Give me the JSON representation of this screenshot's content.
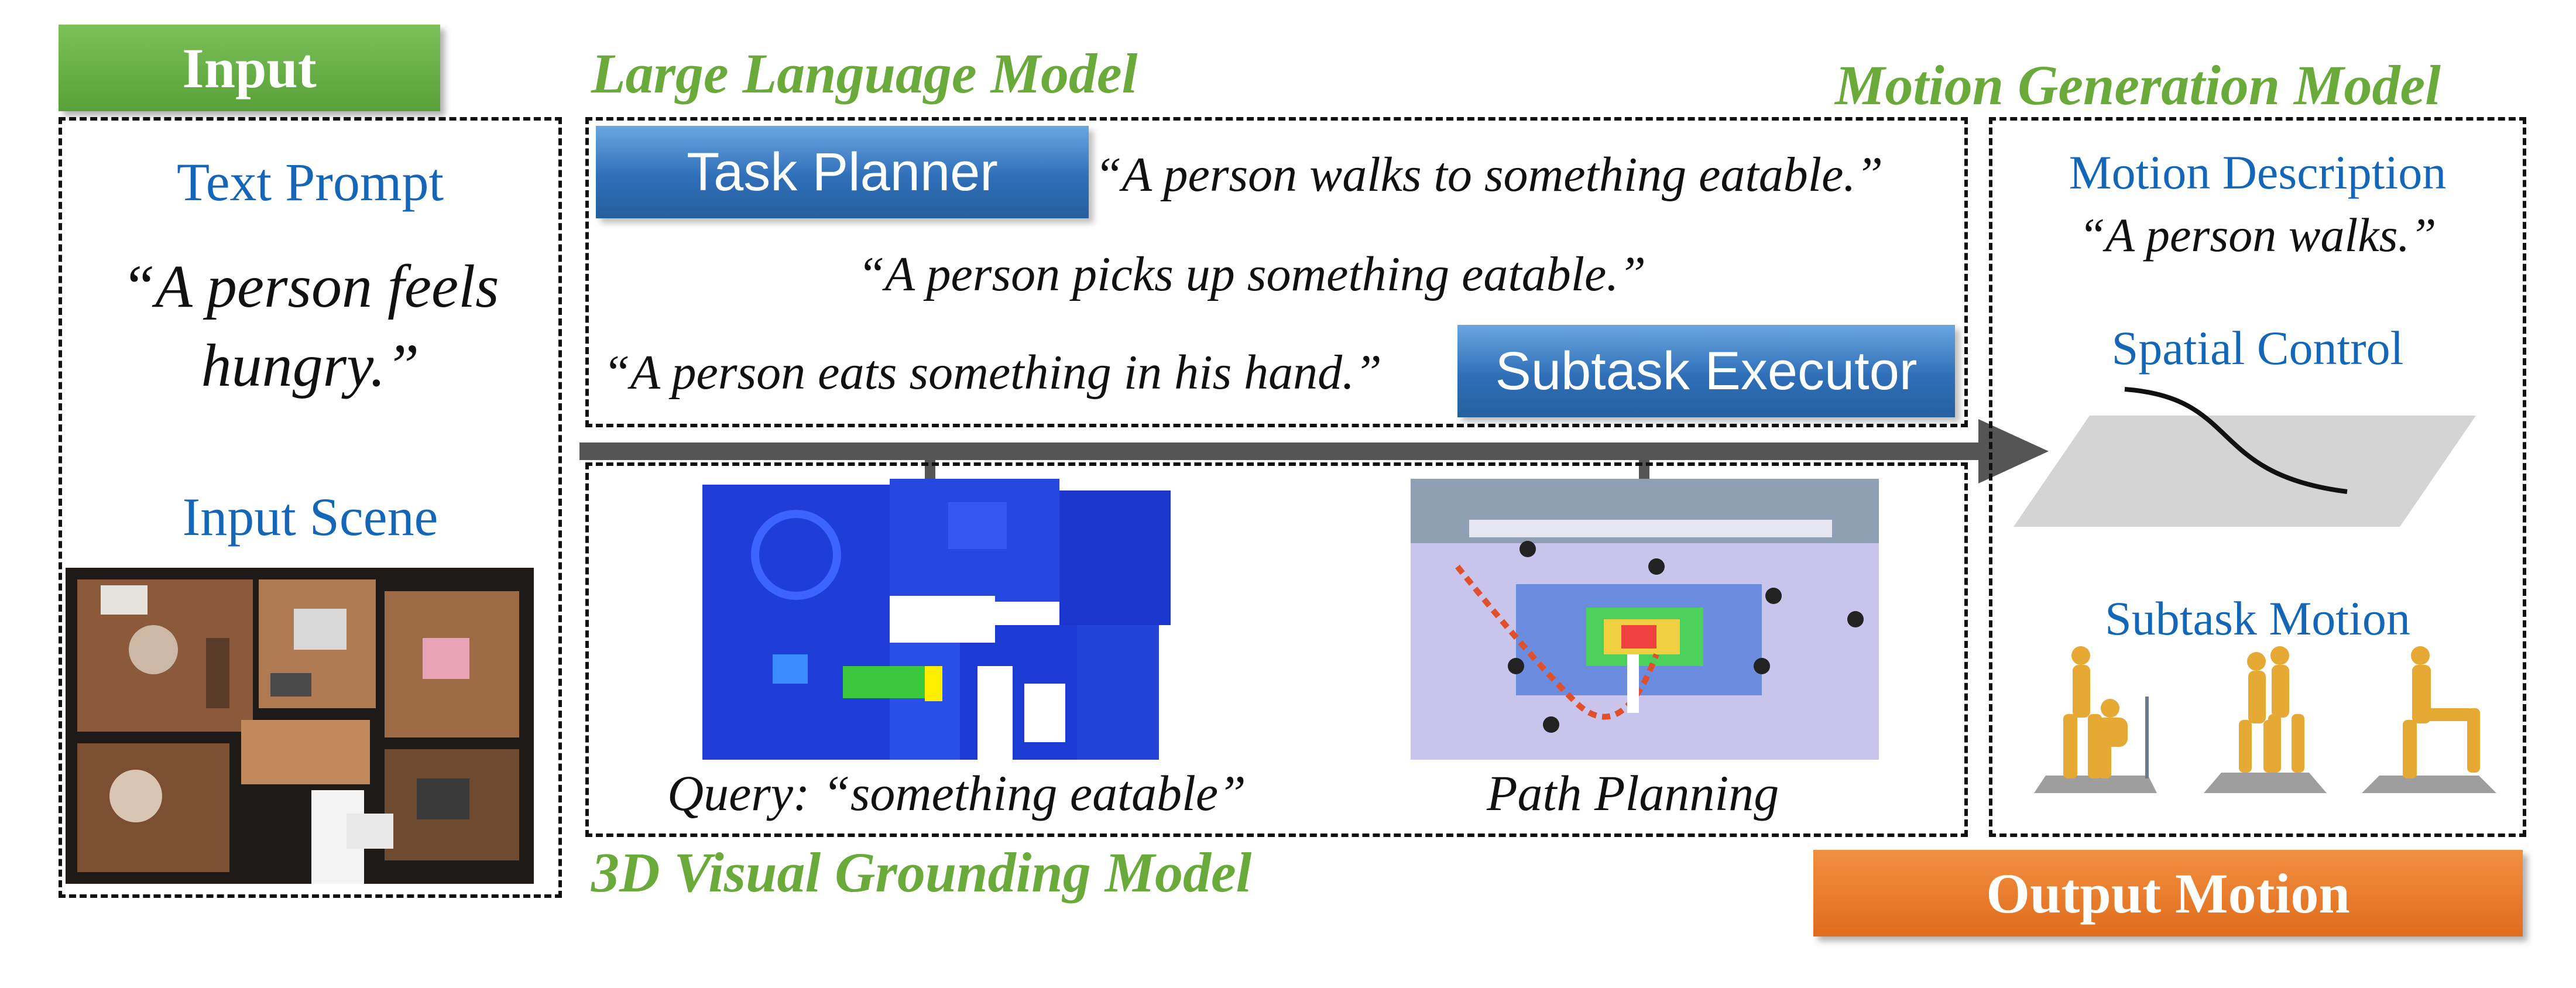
{
  "input": {
    "tag_label": "Input",
    "text_prompt_heading": "Text Prompt",
    "text_prompt_line1": "“A person feels",
    "text_prompt_line2": "hungry.”",
    "input_scene_heading": "Input Scene"
  },
  "llm": {
    "title": "Large Language Model",
    "task_planner_label": "Task Planner",
    "subtask_executor_label": "Subtask Executor",
    "subtask1": "“A person walks to something eatable.”",
    "subtask2": "“A person picks up something eatable.”",
    "subtask3": "“A person eats something in his hand.”"
  },
  "grounding": {
    "title": "3D Visual Grounding Model",
    "query_caption": "Query: “something eatable”",
    "path_caption": "Path Planning"
  },
  "motion": {
    "title": "Motion Generation Model",
    "description_heading": "Motion Description",
    "description_text": "“A person walks.”",
    "spatial_control_heading": "Spatial Control",
    "subtask_motion_heading": "Subtask Motion"
  },
  "output": {
    "tag_label": "Output Motion"
  },
  "colors": {
    "input_tag": "#6ab04c",
    "output_tag": "#ec7a2a",
    "section_title": "#6aaa3a",
    "heading_blue": "#1466b8",
    "button_blue": "#2f6fb8"
  }
}
